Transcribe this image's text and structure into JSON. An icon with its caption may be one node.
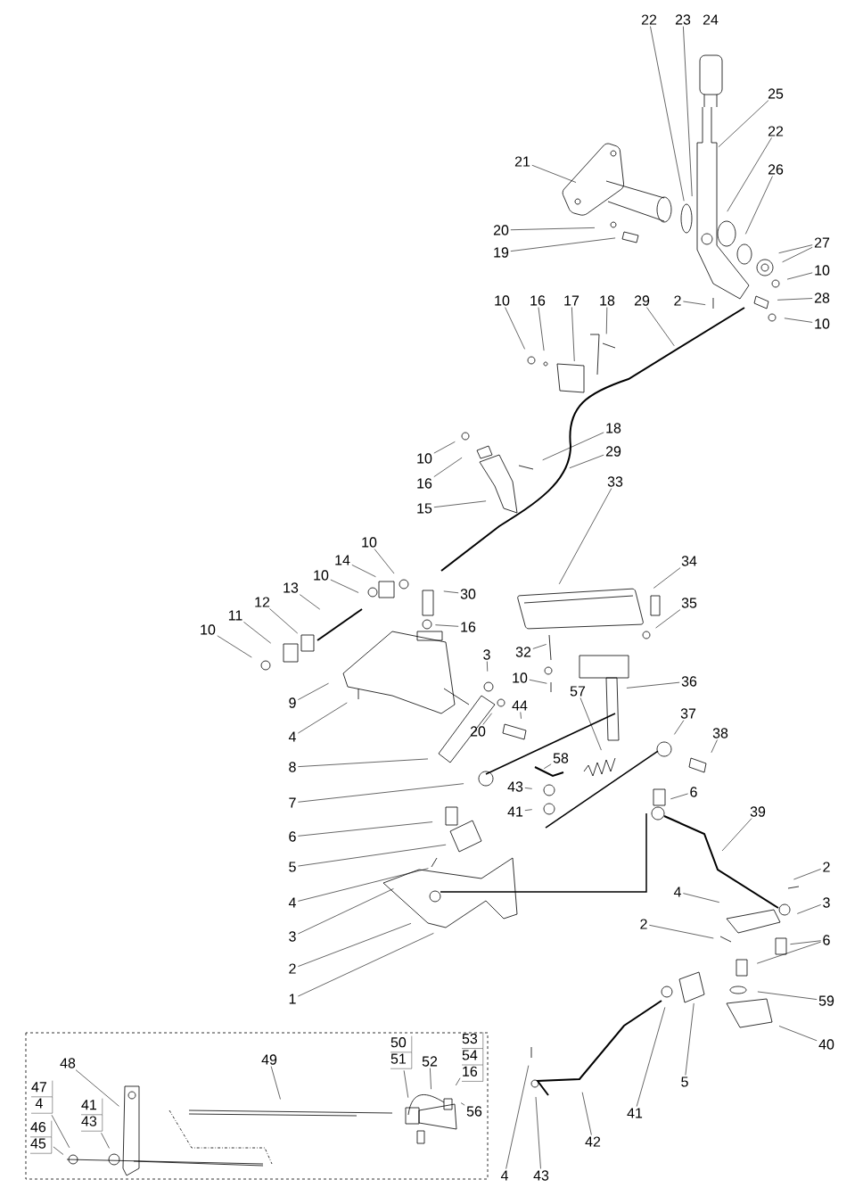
{
  "diagram": {
    "nodes": [
      {
        "text": [
          "22"
        ]
      },
      {
        "text": [
          "23"
        ]
      },
      {
        "text": [
          "25"
        ]
      },
      {
        "text": [
          "22"
        ]
      },
      {
        "text": [
          "26"
        ]
      },
      {
        "text": [
          "21"
        ]
      },
      {
        "text": [
          "27"
        ]
      },
      {
        "text": [
          "10"
        ]
      },
      {
        "text": [
          "20"
        ]
      },
      {
        "text": [
          "19"
        ]
      },
      {
        "text": [
          "28"
        ]
      },
      {
        "text": [
          "2"
        ]
      },
      {
        "text": [
          "10"
        ]
      },
      {
        "text": [
          "16"
        ]
      },
      {
        "text": [
          "17"
        ]
      },
      {
        "text": [
          "18"
        ]
      },
      {
        "text": [
          "29"
        ]
      },
      {
        "text": [
          "10"
        ]
      },
      {
        "text": [
          "18"
        ]
      },
      {
        "text": [
          "29"
        ]
      },
      {
        "text": [
          "10"
        ]
      },
      {
        "text": [
          "16"
        ]
      },
      {
        "text": [
          "33"
        ]
      },
      {
        "text": [
          "15"
        ]
      },
      {
        "text": [
          "10"
        ]
      },
      {
        "text": [
          "14"
        ]
      },
      {
        "text": [
          "34"
        ]
      },
      {
        "text": [
          "10"
        ]
      },
      {
        "text": [
          "13"
        ]
      },
      {
        "text": [
          "30"
        ]
      },
      {
        "text": [
          "12"
        ]
      },
      {
        "text": [
          "35"
        ]
      },
      {
        "text": [
          "11"
        ]
      },
      {
        "text": [
          "16"
        ]
      },
      {
        "text": [
          "10"
        ]
      },
      {
        "text": [
          "32"
        ]
      },
      {
        "text": [
          "3"
        ]
      },
      {
        "text": [
          "10"
        ]
      },
      {
        "text": [
          "36"
        ]
      },
      {
        "text": [
          "57"
        ]
      },
      {
        "text": [
          "9"
        ]
      },
      {
        "text": [
          "44"
        ]
      },
      {
        "text": [
          "37"
        ]
      },
      {
        "text": [
          "20"
        ]
      },
      {
        "text": [
          "4"
        ]
      },
      {
        "text": [
          "38"
        ]
      },
      {
        "text": [
          "58"
        ]
      },
      {
        "text": [
          "8"
        ]
      },
      {
        "text": [
          "43"
        ]
      },
      {
        "text": [
          "6"
        ]
      },
      {
        "text": [
          "7"
        ]
      },
      {
        "text": [
          "39"
        ]
      },
      {
        "text": [
          "41"
        ]
      },
      {
        "text": [
          "6"
        ]
      },
      {
        "text": [
          "2"
        ]
      },
      {
        "text": [
          "5"
        ]
      },
      {
        "text": [
          "4"
        ]
      },
      {
        "text": [
          "3"
        ]
      },
      {
        "text": [
          "4"
        ]
      },
      {
        "text": [
          "2"
        ]
      },
      {
        "text": [
          "3"
        ]
      },
      {
        "text": [
          "6"
        ]
      },
      {
        "text": [
          "2"
        ]
      },
      {
        "text": [
          "59"
        ]
      },
      {
        "text": [
          "1"
        ]
      },
      {
        "text": [
          "40"
        ]
      },
      {
        "text": [
          "50",
          "51"
        ]
      },
      {
        "text": [
          "53",
          "54",
          "16"
        ]
      },
      {
        "text": [
          "49"
        ]
      },
      {
        "text": [
          "52"
        ]
      },
      {
        "text": [
          "48"
        ]
      },
      {
        "text": [
          "5"
        ]
      },
      {
        "text": [
          "47",
          "4"
        ]
      },
      {
        "text": [
          "56"
        ]
      },
      {
        "text": [
          "41",
          "43"
        ]
      },
      {
        "text": [
          "41"
        ]
      },
      {
        "text": [
          "46",
          "45"
        ]
      },
      {
        "text": [
          "42"
        ]
      },
      {
        "text": [
          "4"
        ]
      },
      {
        "text": [
          "43"
        ]
      }
    ],
    "edges": [
      {
        "from": 0,
        "to": null,
        "arrow": "none"
      },
      {
        "from": 1,
        "to": null,
        "arrow": "none"
      },
      {
        "from": 2,
        "to": null,
        "arrow": "none"
      },
      {
        "from": 3,
        "to": null,
        "arrow": "none"
      },
      {
        "from": 4,
        "to": null,
        "arrow": "none"
      },
      {
        "from": 5,
        "to": null,
        "arrow": "none"
      },
      {
        "from": 6,
        "to": null,
        "arrow": "none"
      },
      {
        "from": 6,
        "to": null,
        "arrow": "none"
      },
      {
        "from": 7,
        "to": null,
        "arrow": "none"
      },
      {
        "from": 8,
        "to": null,
        "arrow": "none"
      },
      {
        "from": 9,
        "to": null,
        "arrow": "none"
      },
      {
        "from": 10,
        "to": null,
        "arrow": "none"
      },
      {
        "from": 11,
        "to": null,
        "arrow": "none"
      },
      {
        "from": 12,
        "to": null,
        "arrow": "none"
      },
      {
        "from": 13,
        "to": null,
        "arrow": "none"
      },
      {
        "from": 14,
        "to": null,
        "arrow": "none"
      },
      {
        "from": 15,
        "to": null,
        "arrow": "none"
      },
      {
        "from": 16,
        "to": null,
        "arrow": "none"
      },
      {
        "from": 17,
        "to": null,
        "arrow": "none"
      },
      {
        "from": 18,
        "to": null,
        "arrow": "none"
      },
      {
        "from": 19,
        "to": null,
        "arrow": "none"
      },
      {
        "from": 20,
        "to": null,
        "arrow": "none"
      },
      {
        "from": 21,
        "to": null,
        "arrow": "none"
      },
      {
        "from": 22,
        "to": null,
        "arrow": "none"
      },
      {
        "from": 23,
        "to": null,
        "arrow": "none"
      },
      {
        "from": 24,
        "to": null,
        "arrow": "none"
      },
      {
        "from": 25,
        "to": null,
        "arrow": "none"
      },
      {
        "from": 26,
        "to": null,
        "arrow": "none"
      },
      {
        "from": 27,
        "to": null,
        "arrow": "none"
      },
      {
        "from": 28,
        "to": null,
        "arrow": "none"
      },
      {
        "from": 29,
        "to": null,
        "arrow": "none"
      },
      {
        "from": 30,
        "to": null,
        "arrow": "none"
      },
      {
        "from": 31,
        "to": null,
        "arrow": "none"
      },
      {
        "from": 32,
        "to": null,
        "arrow": "none"
      },
      {
        "from": 33,
        "to": null,
        "arrow": "none"
      },
      {
        "from": 34,
        "to": null,
        "arrow": "none"
      },
      {
        "from": 35,
        "to": null,
        "arrow": "none"
      },
      {
        "from": 36,
        "to": null,
        "arrow": "none"
      },
      {
        "from": 37,
        "to": null,
        "arrow": "none"
      },
      {
        "from": 38,
        "to": null,
        "arrow": "none"
      },
      {
        "from": 39,
        "to": null,
        "arrow": "none"
      },
      {
        "from": 40,
        "to": null,
        "arrow": "none"
      },
      {
        "from": 41,
        "to": null,
        "arrow": "none"
      },
      {
        "from": 42,
        "to": null,
        "arrow": "none"
      },
      {
        "from": 43,
        "to": null,
        "arrow": "none"
      },
      {
        "from": 44,
        "to": null,
        "arrow": "none"
      },
      {
        "from": 45,
        "to": null,
        "arrow": "none"
      },
      {
        "from": 46,
        "to": null,
        "arrow": "none"
      },
      {
        "from": 47,
        "to": null,
        "arrow": "none"
      },
      {
        "from": 48,
        "to": null,
        "arrow": "none"
      },
      {
        "from": 49,
        "to": null,
        "arrow": "none"
      },
      {
        "from": 50,
        "to": null,
        "arrow": "none"
      },
      {
        "from": 51,
        "to": null,
        "arrow": "none"
      },
      {
        "from": 52,
        "to": null,
        "arrow": "none"
      },
      {
        "from": 53,
        "to": null,
        "arrow": "none"
      },
      {
        "from": 54,
        "to": null,
        "arrow": "none"
      },
      {
        "from": 55,
        "to": null,
        "arrow": "none"
      },
      {
        "from": 56,
        "to": null,
        "arrow": "none"
      },
      {
        "from": 57,
        "to": null,
        "arrow": "none"
      },
      {
        "from": 58,
        "to": null,
        "arrow": "none"
      },
      {
        "from": 59,
        "to": null,
        "arrow": "none"
      },
      {
        "from": 60,
        "to": null,
        "arrow": "none"
      },
      {
        "from": 61,
        "to": null,
        "arrow": "none"
      },
      {
        "from": 61,
        "to": null,
        "arrow": "none"
      },
      {
        "from": 62,
        "to": null,
        "arrow": "none"
      },
      {
        "from": 63,
        "to": null,
        "arrow": "none"
      },
      {
        "from": 64,
        "to": null,
        "arrow": "none"
      },
      {
        "from": 65,
        "to": null,
        "arrow": "none"
      },
      {
        "from": 66,
        "to": null,
        "arrow": "none"
      },
      {
        "from": 67,
        "to": null,
        "arrow": "none"
      },
      {
        "from": 68,
        "to": null,
        "arrow": "none"
      },
      {
        "from": 69,
        "to": null,
        "arrow": "none"
      },
      {
        "from": 70,
        "to": null,
        "arrow": "none"
      },
      {
        "from": 71,
        "to": null,
        "arrow": "none"
      },
      {
        "from": 72,
        "to": null,
        "arrow": "none"
      },
      {
        "from": 73,
        "to": null,
        "arrow": "none"
      },
      {
        "from": 74,
        "to": null,
        "arrow": "none"
      },
      {
        "from": 75,
        "to": null,
        "arrow": "none"
      },
      {
        "from": 76,
        "to": null,
        "arrow": "none"
      },
      {
        "from": 77,
        "to": null,
        "arrow": "none"
      },
      {
        "from": 78,
        "to": null,
        "arrow": "none"
      },
      {
        "from": 79,
        "to": null,
        "arrow": "none"
      }
    ],
    "labels": [
      "24"
    ]
  }
}
